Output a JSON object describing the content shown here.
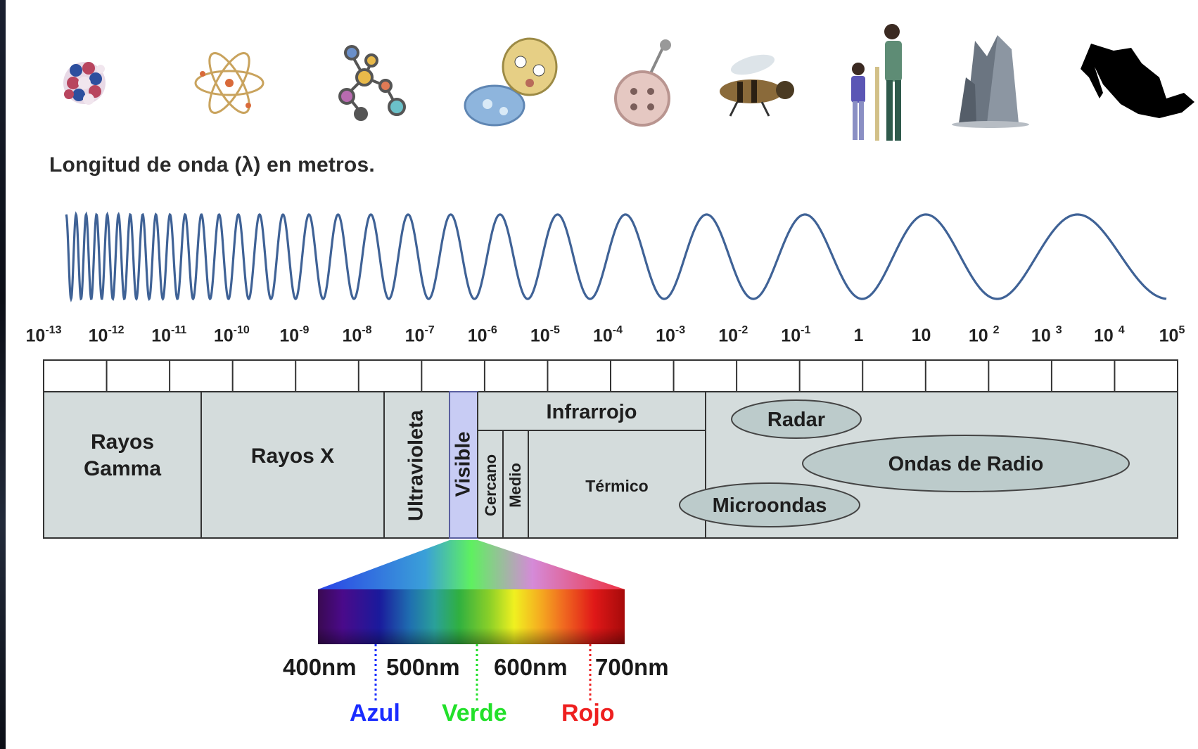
{
  "title": "Longitud de onda (λ) en metros.",
  "ticks": [
    {
      "base": "10",
      "exp": "-13"
    },
    {
      "base": "10",
      "exp": "-12"
    },
    {
      "base": "10",
      "exp": "-11"
    },
    {
      "base": "10",
      "exp": "-10"
    },
    {
      "base": "10",
      "exp": "-9"
    },
    {
      "base": "10",
      "exp": "-8"
    },
    {
      "base": "10",
      "exp": "-7"
    },
    {
      "base": "10",
      "exp": "-6"
    },
    {
      "base": "10",
      "exp": "-5"
    },
    {
      "base": "10",
      "exp": "-4"
    },
    {
      "base": "10",
      "exp": "-3"
    },
    {
      "base": "10",
      "exp": "-2"
    },
    {
      "base": "10",
      "exp": "-1"
    },
    {
      "base": "1",
      "exp": ""
    },
    {
      "base": "10",
      "exp": ""
    },
    {
      "base": "10 ",
      "exp": "2"
    },
    {
      "base": "10 ",
      "exp": "3"
    },
    {
      "base": "10 ",
      "exp": "4"
    },
    {
      "base": "10",
      "exp": "5"
    }
  ],
  "bands": {
    "gamma_line1": "Rayos",
    "gamma_line2": "Gamma",
    "xray": "Rayos X",
    "uv": "Ultravioleta",
    "visible": "Visible",
    "ir": "Infrarrojo",
    "ir_near": "Cercano",
    "ir_mid": "Medio",
    "ir_thermal": "Térmico",
    "radar": "Radar",
    "radio": "Ondas de Radio",
    "microwave": "Microondas"
  },
  "visible_scale": {
    "nm_labels": [
      "400nm",
      "500nm",
      "600nm",
      "700nm"
    ],
    "colors": [
      {
        "name": "Azul",
        "hex": "#1a2cff"
      },
      {
        "name": "Verde",
        "hex": "#22e02a"
      },
      {
        "name": "Rojo",
        "hex": "#ee2020"
      }
    ]
  },
  "icons": [
    "atomic-nucleus-icon",
    "atom-icon",
    "molecule-icon",
    "cells-icon",
    "needle-button-icon",
    "bee-icon",
    "people-icon",
    "skyscraper-icon",
    "mexico-map-icon"
  ],
  "palette": {
    "band_fill": "#d4dcdc",
    "wave": "#3f6296",
    "visible_fill": "#c8ccf4",
    "ellipse_fill": "#bccbcb"
  }
}
